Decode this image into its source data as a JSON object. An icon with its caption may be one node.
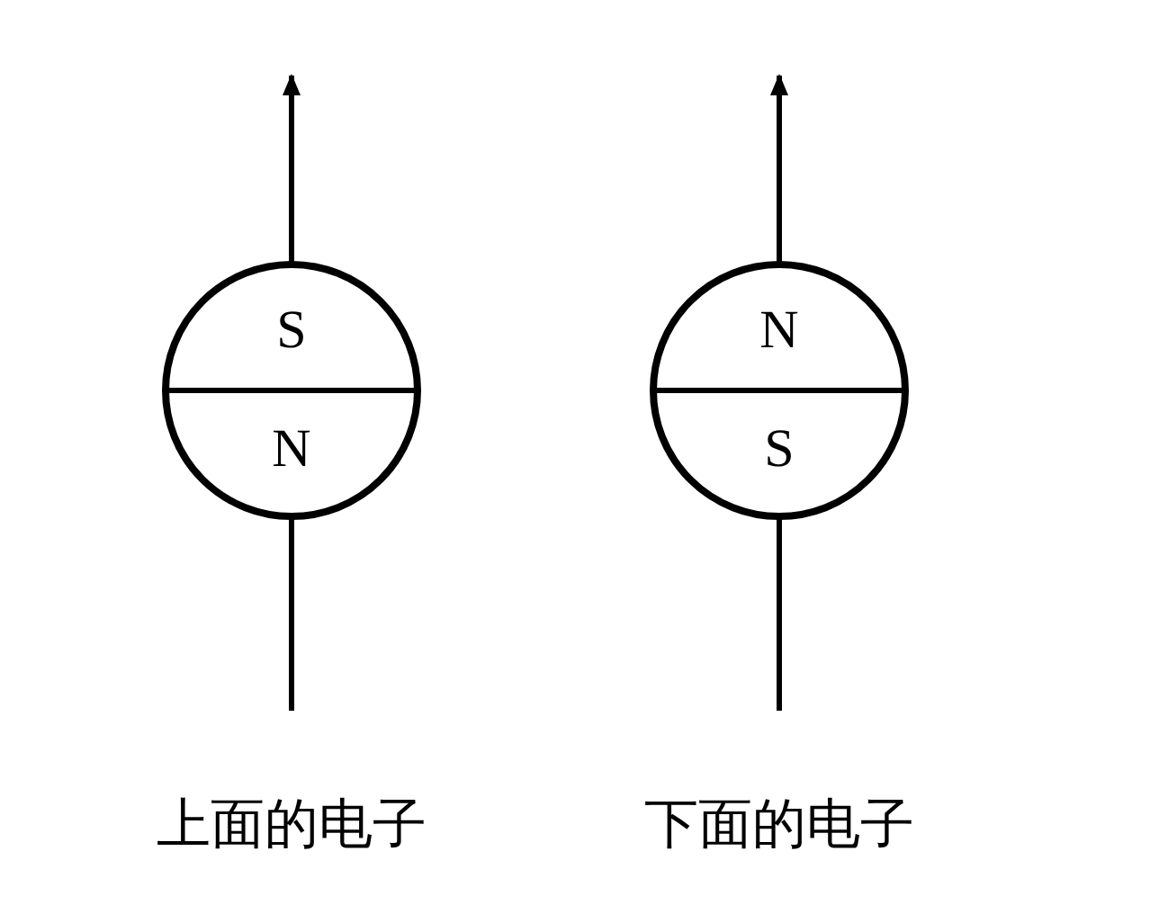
{
  "diagram": {
    "nodes": [
      {
        "text": [
          "S",
          "N"
        ]
      },
      {
        "text": [
          "N",
          "S"
        ]
      }
    ],
    "labels": [
      "上面的电子",
      "下面的电子"
    ]
  }
}
